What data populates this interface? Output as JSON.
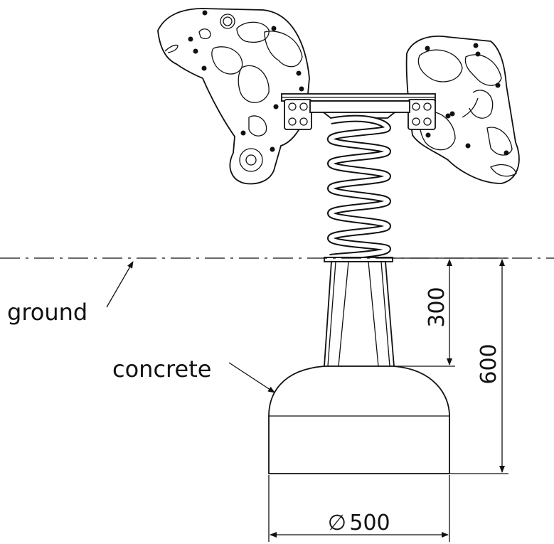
{
  "labels": {
    "ground": "ground",
    "concrete": "concrete"
  },
  "dimensions": {
    "post_height": "300",
    "total_depth": "600",
    "base_diameter_symbol": "∅",
    "base_diameter": "500"
  }
}
